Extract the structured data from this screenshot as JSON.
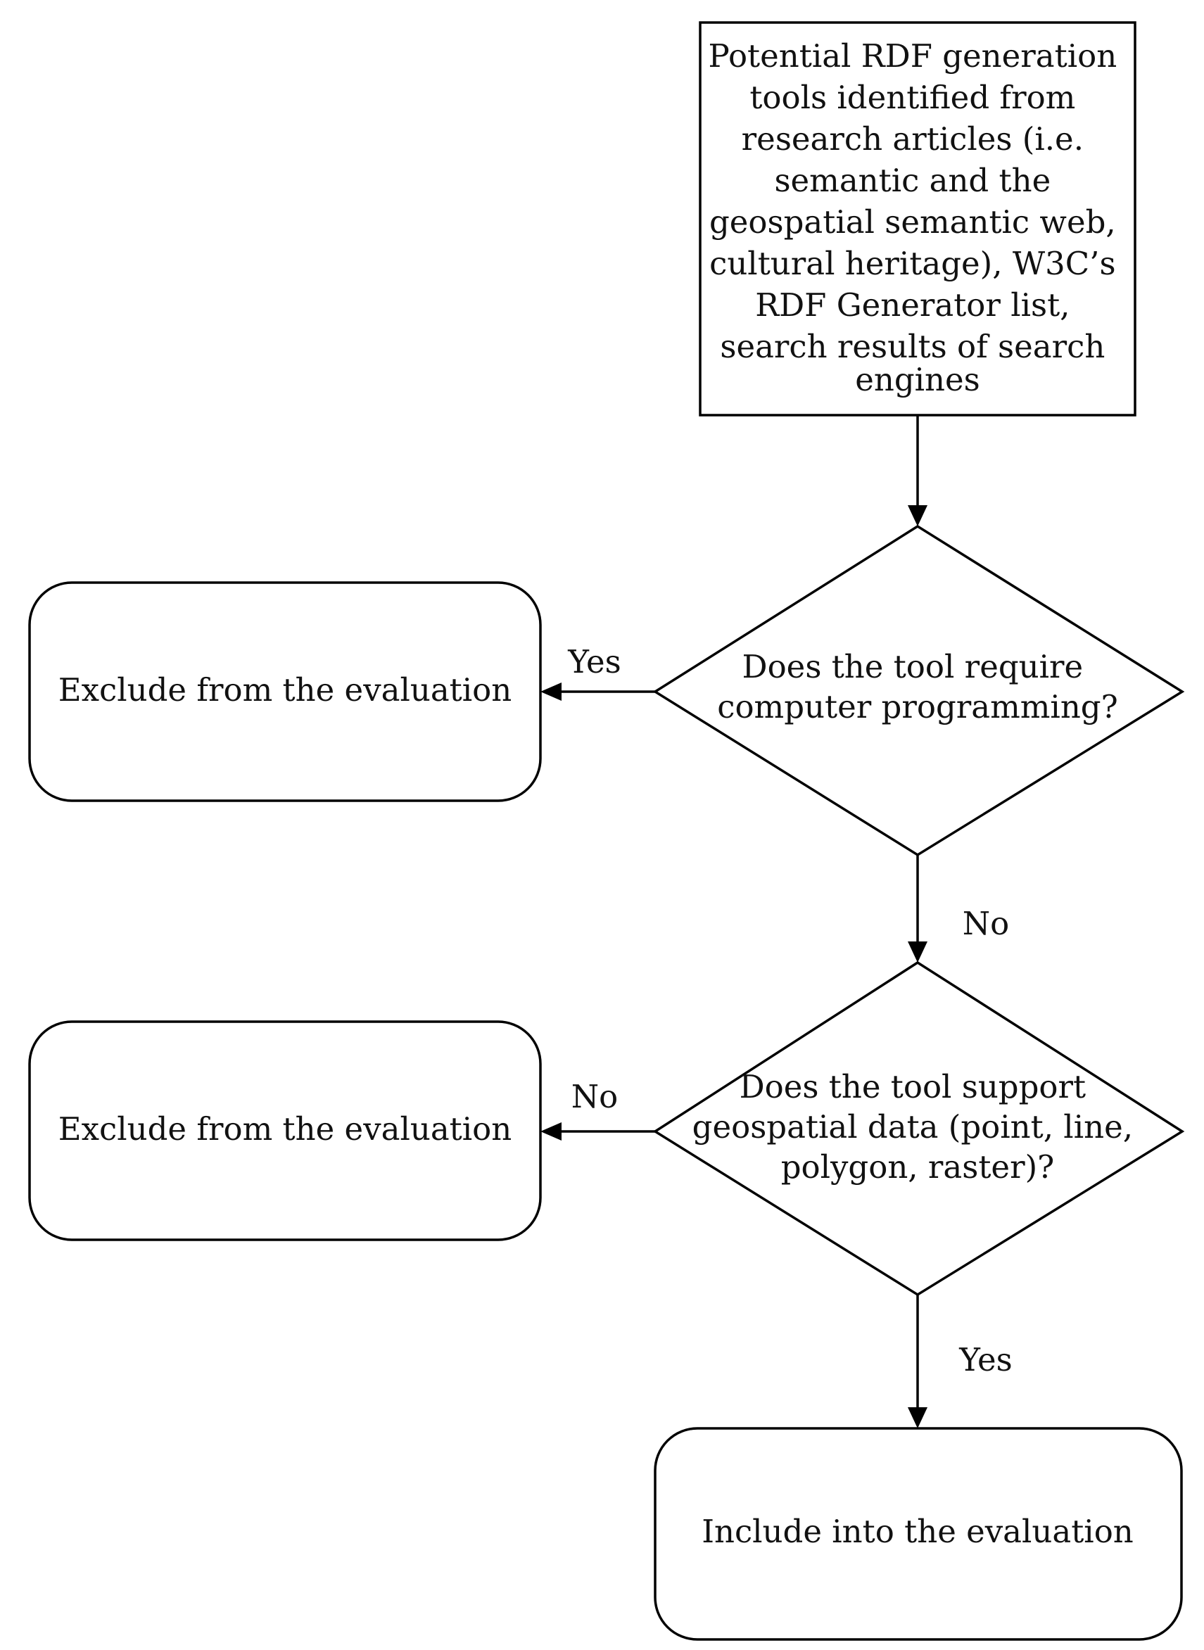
{
  "diagram": {
    "start_box": {
      "lines": [
        "Potential RDF generation",
        "tools identified from",
        "research articles (i.e.",
        "semantic and the",
        "geospatial semantic web,",
        "cultural heritage), W3C’s",
        "RDF Generator list,",
        "search results of search",
        "engines"
      ]
    },
    "decision_1": {
      "lines": [
        "Does the tool require",
        "computer programming?"
      ]
    },
    "decision_2": {
      "lines": [
        "Does the tool support",
        "geospatial data (point, line,",
        "polygon, raster)?"
      ]
    },
    "exclude_1": {
      "label": "Exclude from the evaluation"
    },
    "exclude_2": {
      "label": "Exclude from the evaluation"
    },
    "include": {
      "label": "Include into the evaluation"
    },
    "edge_labels": {
      "d1_yes": "Yes",
      "d1_no": "No",
      "d2_no": "No",
      "d2_yes": "Yes"
    }
  }
}
